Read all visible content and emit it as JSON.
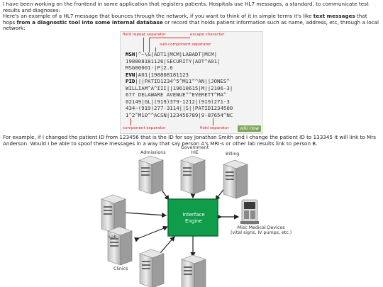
{
  "post": {
    "para1_a": "I have been working on the frontend in some application that registers patients. Hospitals use HL7 messages, a standard, to communicate test results and diagnoses:",
    "para1_b": "Here's an example of a HL7 message that bounces through the network, if you want to think of it in simple terms it's like ",
    "para1_bold1": "text messages",
    "para1_c": " that hops ",
    "para1_bold2": "from a diagnostic tool into some internal database",
    "para1_d": " or record that holds patient information such as name, address, etc, through a local network:",
    "para2": "For example, if I changed the patient ID from 123456 that is the ID for say Jonathan Smith and I change the patient ID to 133345 it will link to Mrs Anderson. Would I be able to spoof these messages in a way that say person A's MRI-s or other lab results link to person B."
  },
  "hl7_image": {
    "annotations": {
      "field_repeat": "field repeat separator",
      "escape_char": "escape character",
      "sub_component": "sub-component separator",
      "component_sep": "component separator",
      "field_sep": "field separator"
    },
    "lines": [
      {
        "seg": "MSH",
        "rest": "|^~\\&|ADT1|MCM|LABADT|MCM|"
      },
      {
        "seg": "",
        "rest": "198808181126|SECURITY|ADT^A01|"
      },
      {
        "seg": "",
        "rest": "MSG00001-|P|2.6"
      },
      {
        "seg": "EVN",
        "rest": "|A01|198808181123"
      },
      {
        "seg": "PID",
        "rest": "|||PATID1234^5^M11^^AN||JONES^"
      },
      {
        "seg": "",
        "rest": "WILLIAM^A^III||19610615|M||2106-3|"
      },
      {
        "seg": "",
        "rest": "677 DELAWARE AVENUE^^EVERETT^MA^"
      },
      {
        "seg": "",
        "rest": "02149|GL|(919)379-1212|(919)271-3"
      },
      {
        "seg": "",
        "rest": "434~(919)277-3114||S||PATID1234500"
      },
      {
        "seg": "",
        "rest": "1^2^M10^^ACSN|123456789|9-87654^NC"
      }
    ],
    "badge": "wiki How"
  },
  "diagram": {
    "center": {
      "line1": "Interface",
      "line2": "Engine"
    },
    "labels": {
      "admissions": "Admissions",
      "gov1": "Government",
      "gov2": "HIE",
      "billing": "Billing",
      "lab": "Lab",
      "misc1": "Misc Medical Devices",
      "misc2": "(vital signs, IV pumps, etc.)",
      "clinics": "Clinics"
    },
    "colors": {
      "engine": "#0f9d4b",
      "arrow": "#222222"
    }
  }
}
